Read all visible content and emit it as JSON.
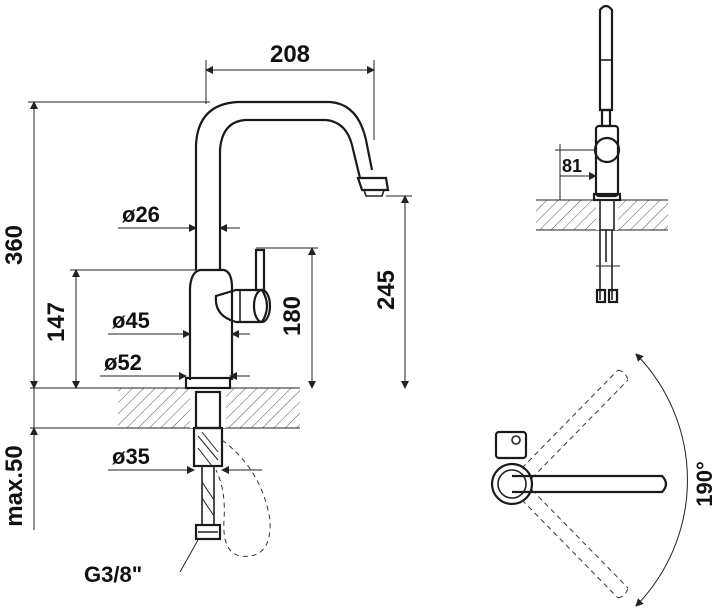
{
  "labels": {
    "width_spout": "208",
    "height_total": "360",
    "height_spout": "245",
    "height_lever": "180",
    "height_body": "147",
    "dia_upper": "ø26",
    "dia_body": "ø45",
    "dia_base": "ø52",
    "dia_shank": "ø35",
    "max_thickness": "max.50",
    "connection": "G3/8\"",
    "lever_offset": "81",
    "swivel_angle": "190°"
  },
  "colors": {
    "ink": "#1a1a1a",
    "hatch": "#555555",
    "background": "#ffffff"
  }
}
